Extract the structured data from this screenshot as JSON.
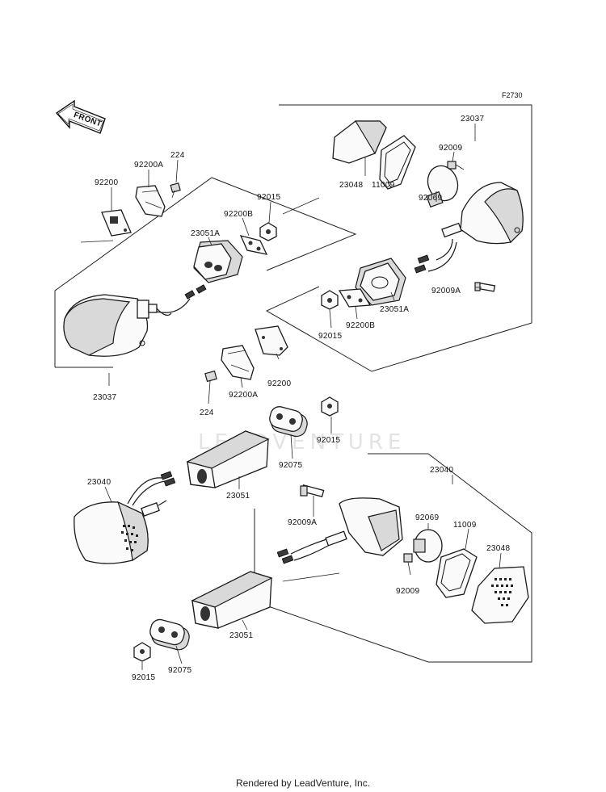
{
  "ref_code": "F2730",
  "front_label": "FRONT",
  "watermark": "LEADVENTURE",
  "footer": "Rendered by LeadVenture, Inc.",
  "labels": {
    "p92200_top": "92200",
    "p92200A_top": "92200A",
    "p224_top": "224",
    "p92015_left": "92015",
    "p92200B_left": "92200B",
    "p23051A_left": "23051A",
    "p23037_left": "23037",
    "p23037_right": "23037",
    "p23048_top": "23048",
    "p11009_top": "11009",
    "p92009_top": "92009",
    "p92069_top": "92069",
    "p92009A_top": "92009A",
    "p23051A_right": "23051A",
    "p92015_mid": "92015",
    "p92200B_mid": "92200B",
    "p92200_mid": "92200",
    "p92200A_mid": "92200A",
    "p224_mid": "224",
    "p92015_rear": "92015",
    "p92075_mid": "92075",
    "p23051_mid": "23051",
    "p23040_left": "23040",
    "p23040_right": "23040",
    "p92009A_bot": "92009A",
    "p92069_bot": "92069",
    "p11009_bot": "11009",
    "p23048_bot": "23048",
    "p92009_bot": "92009",
    "p23051_bot": "23051",
    "p92015_bot": "92015",
    "p92075_bot": "92075"
  }
}
